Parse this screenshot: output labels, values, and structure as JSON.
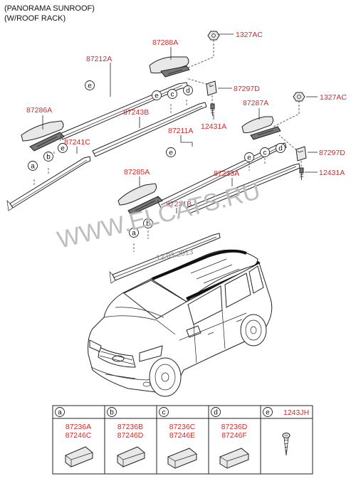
{
  "header": {
    "line1": "(PANORAMA SUNROOF)",
    "line2": "(W/ROOF RACK)"
  },
  "watermark": "WWW.ELCATS.RU",
  "date_stamp": "12.03.2013",
  "parts": {
    "p87288A": "87288A",
    "p1327AC_top": "1327AC",
    "p87212A": "87212A",
    "p87297D_top": "87297D",
    "p87286A": "87286A",
    "p87243B": "87243B",
    "p12431A_top": "12431A",
    "p87241C": "87241C",
    "p87211A": "87211A",
    "p1327AC_right": "1327AC",
    "p87287A": "87287A",
    "p87297D_right": "87297D",
    "p87285A": "87285A",
    "p87233A": "87233A",
    "p12431A_right": "12431A",
    "p87231B": "87231B"
  },
  "callouts": {
    "a": "a",
    "b": "b",
    "c": "c",
    "d": "d",
    "e": "e"
  },
  "legend": [
    {
      "letter": "a",
      "parts": [
        "87236A",
        "87246C"
      ]
    },
    {
      "letter": "b",
      "parts": [
        "87236B",
        "87246D"
      ]
    },
    {
      "letter": "c",
      "parts": [
        "87236C",
        "87246E"
      ]
    },
    {
      "letter": "d",
      "parts": [
        "87236D",
        "87246F"
      ]
    },
    {
      "letter": "e",
      "parts": [
        "1243JH"
      ]
    }
  ],
  "colors": {
    "part_number": "#d42a2a",
    "line": "#222222",
    "watermark": "#bdbdbd"
  }
}
